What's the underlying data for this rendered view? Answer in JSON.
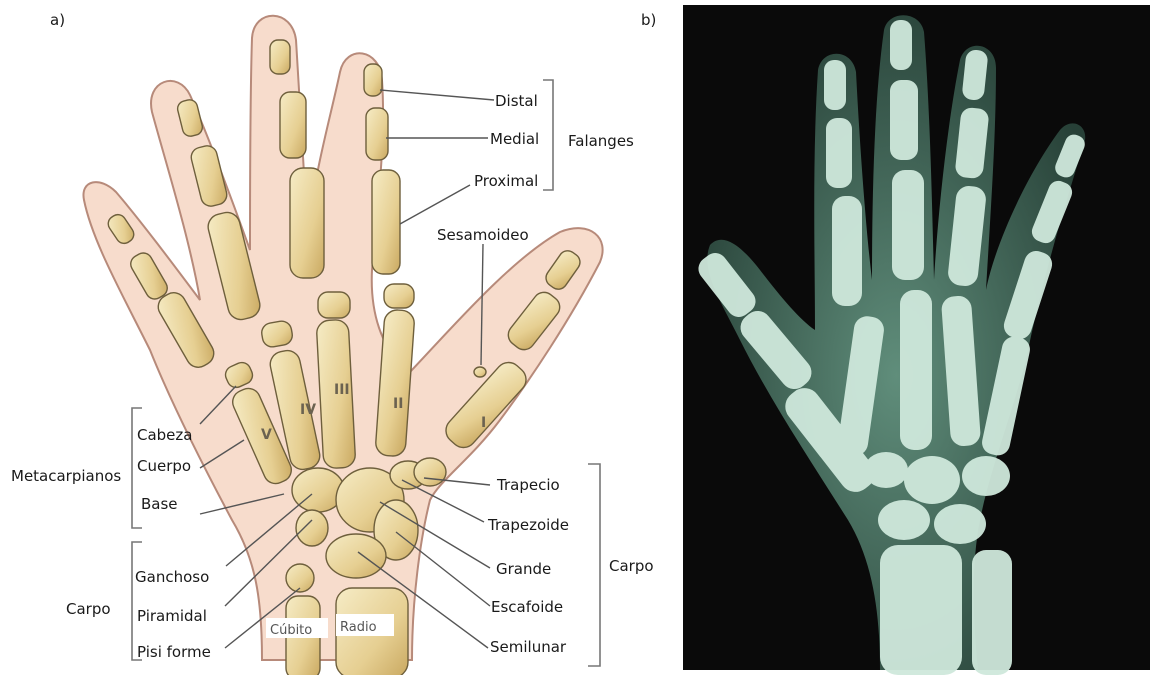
{
  "panels": {
    "a": "a)",
    "b": "b)"
  },
  "labels": {
    "distal": "Distal",
    "medial": "Medial",
    "proximal": "Proximal",
    "falanges": "Falanges",
    "sesamoideo": "Sesamoideo",
    "cabeza": "Cabeza",
    "cuerpo": "Cuerpo",
    "metacarpianos": "Metacarpianos",
    "base": "Base",
    "ganchoso": "Ganchoso",
    "carpo_left": "Carpo",
    "piramidal": "Piramidal",
    "pisiforme": "Pisi forme",
    "cubito": "Cúbito",
    "radio": "Radio",
    "trapecio": "Trapecio",
    "trapezoide": "Trapezoide",
    "grande": "Grande",
    "escafoide": "Escafoide",
    "semilunar": "Semilunar",
    "carpo_right": "Carpo"
  },
  "metacarpal_numerals": [
    "I",
    "II",
    "III",
    "IV",
    "V"
  ],
  "colors": {
    "skin": "#f7dccc",
    "bone": "#e9d49c",
    "xray_bg": "#0a0a0a",
    "xray_bone": "#cfe8dc"
  }
}
